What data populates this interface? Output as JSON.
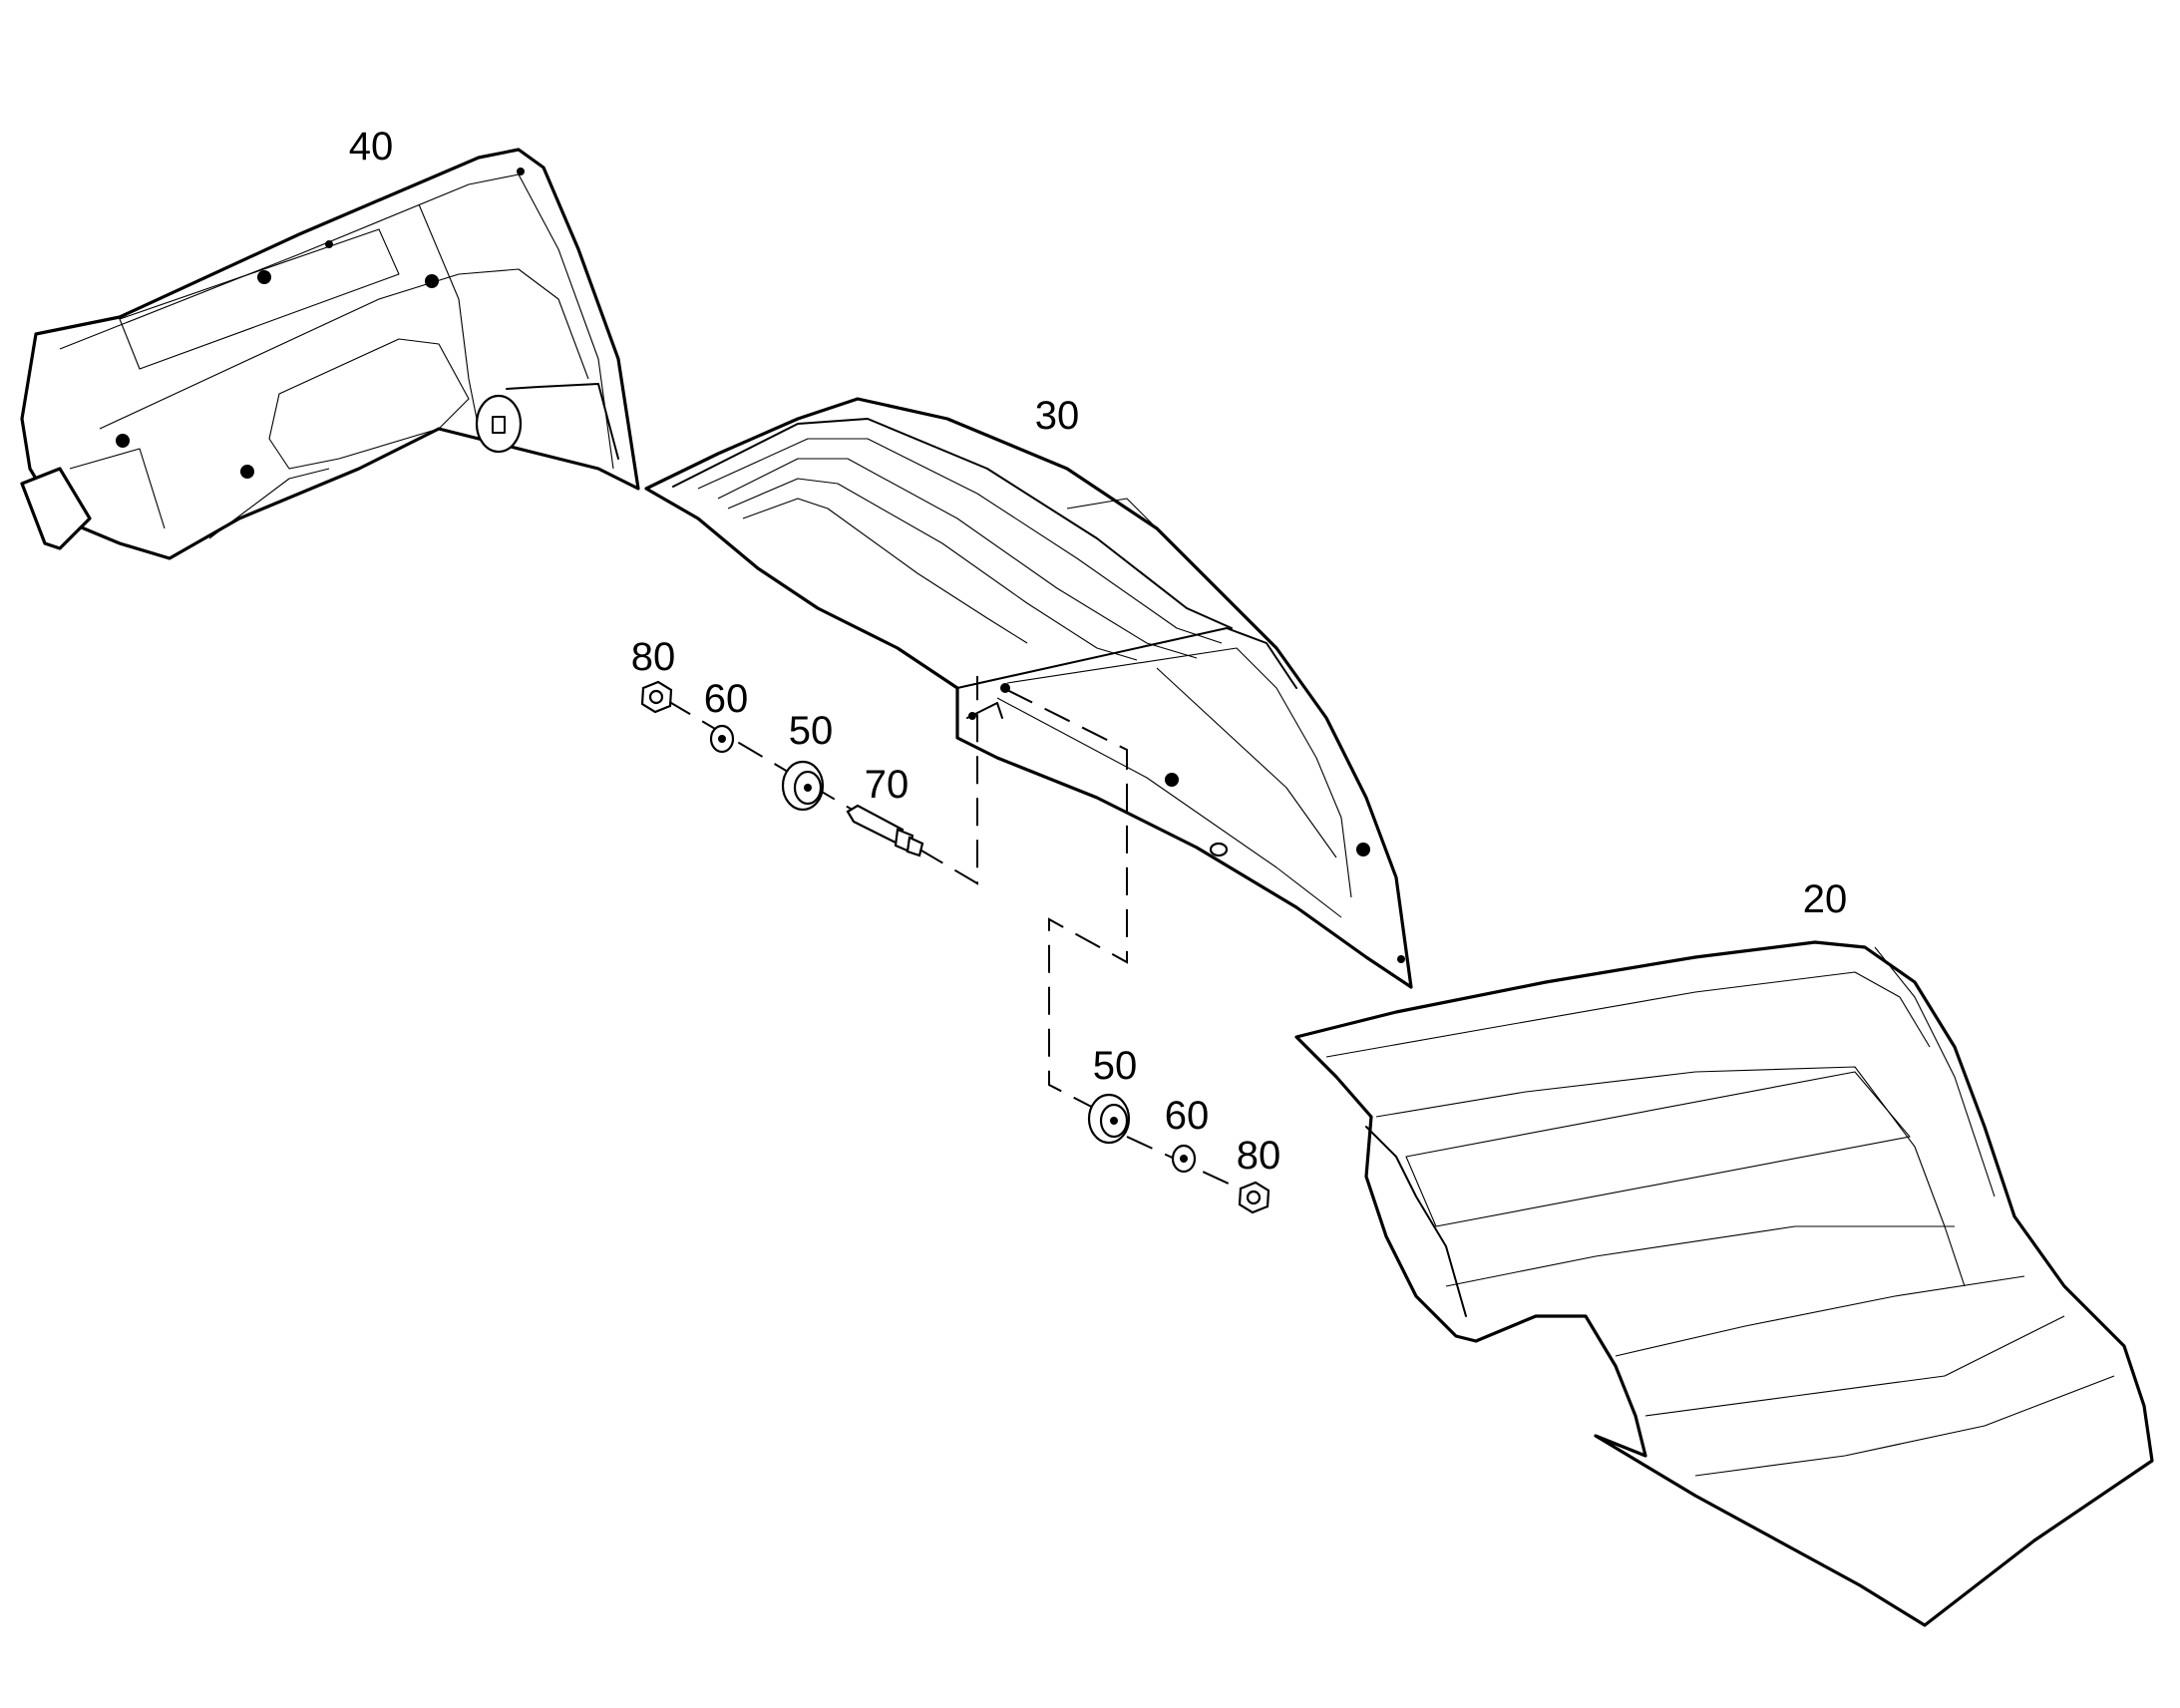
{
  "diagram": {
    "callouts": {
      "part_40": "40",
      "part_30": "30",
      "part_20": "20",
      "nut_upper": "80",
      "washer_upper": "60",
      "grommet_upper": "50",
      "pin": "70",
      "grommet_lower": "50",
      "washer_lower": "60",
      "nut_lower": "80"
    }
  }
}
